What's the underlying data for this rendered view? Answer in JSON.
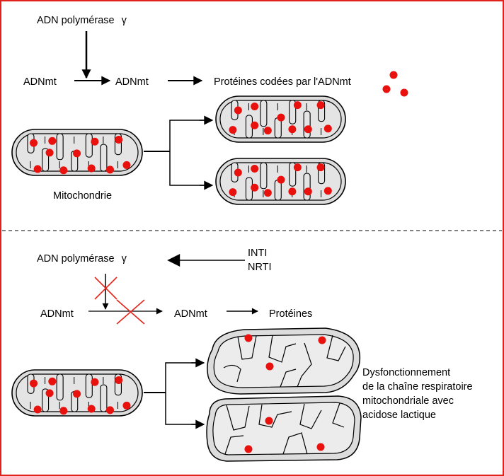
{
  "top": {
    "enzyme_label": "ADN polymérase",
    "enzyme_symbol": "γ",
    "source_label": "ADNmt",
    "product_label": "ADNmt",
    "proteins_label": "Protéines codées par l'ADNmt",
    "mito_label": "Mitochondrie"
  },
  "bottom": {
    "enzyme_label": "ADN polymérase",
    "enzyme_symbol": "γ",
    "inhibitor_line1": "INTI",
    "inhibitor_line2": "NRTI",
    "source_label": "ADNmt",
    "product_label": "ADNmt",
    "proteins_label": "Protéines",
    "outcome_lines": [
      "Dysfonctionnement",
      "de la chaîne respiratoire",
      "mitochondriale avec",
      "acidose lactique"
    ]
  },
  "colors": {
    "frame": "#e0221b",
    "dot": "#e8110d",
    "cross": "#e3261c",
    "mito_fill": "#dcdcdc",
    "matrix_fill": "#e4e4e4",
    "stroke": "#000000"
  }
}
